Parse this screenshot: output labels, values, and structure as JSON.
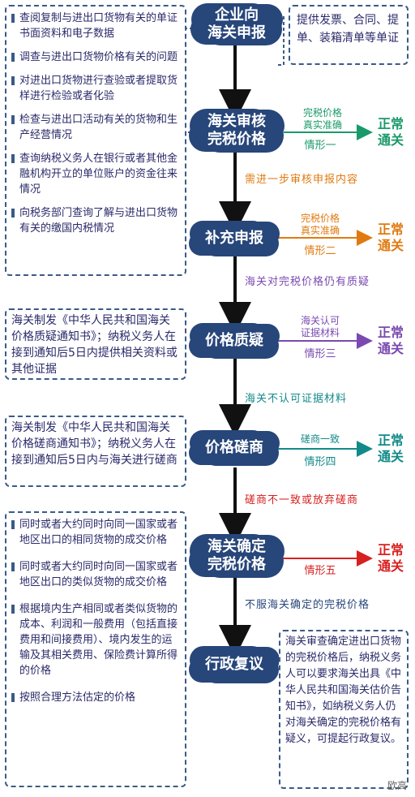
{
  "nodes": {
    "declare": "企业向\n海关申报",
    "review": "海关审核\n完税价格",
    "supplement": "补充申报",
    "doubt": "价格质疑",
    "consult": "价格磋商",
    "confirm": "海关确定\n完税价格",
    "appeal": "行政复议"
  },
  "top_note": "提供发票、合同、提单、装箱清单等单证",
  "left_box1": [
    "查阅复制与进出口货物有关的单证书面资料和电子数据",
    "调查与进出口货物价格有关的问题",
    "对进出口货物进行查验或者提取货样进行检验或者化验",
    "检查与进出口活动有关的货物和生产经营情况",
    "查询纳税义务人在银行或者其他金融机构开立的单位账户的资金往来情况",
    "向税务部门查询了解与进出口货物有关的缴国内税情况"
  ],
  "left_box2": "海关制发《中华人民共和国海关价格质疑通知书》；纳税义务人在接到通知后5日内提供相关资料或其他证据",
  "left_box3": "海关制发《中华人民共和国海关价格磋商通知书》；纳税义务人在接到通知后5日内与海关进行磋商",
  "left_box4": [
    "同时或者大约同时向同一国家或者地区出口的相同货物的成交价格",
    "同时或者大约同时向同一国家或者地区出口的类似货物的成交价格",
    "根据境内生产相同或者类似货物的成本、利润和一般费用（包括直接费用和间接费用）、境内发生的运输及其相关费用、保险费计算所得的价格",
    "按照合理方法估定的价格"
  ],
  "right_box": "海关审查确定进出口货物的完税价格后，纳税义务人可以要求海关出具《中华人民共和国海关估价告知书》，如纳税义务人仍对海关确定的完税价格有疑义，可提起行政复议。",
  "cases": {
    "c1_cond": "完税价格\n真实准确",
    "c1_label": "情形一",
    "c2_cond": "完税价格\n真实准确",
    "c2_label": "情形二",
    "c3_cond": "海关认可\n证据材料",
    "c3_label": "情形三",
    "c4_cond": "磋商一致",
    "c4_label": "情形四",
    "c5_label": "情形五",
    "result": "正常\n通关"
  },
  "flows": {
    "f1": "需进一步审核申报内容",
    "f2": "海关对完税价格仍有质疑",
    "f3": "海关不认可证据材料",
    "f4": "磋商不一致或放弃磋商",
    "f5": "不服海关确定的完税价格"
  },
  "watermark": "欧高",
  "colors": {
    "node": "#27467a",
    "green": "#1a9a6a",
    "orange": "#e07a10",
    "purple": "#7a4ab0",
    "teal": "#138a8a",
    "red": "#d82020",
    "dashed": "#3b5a87"
  }
}
